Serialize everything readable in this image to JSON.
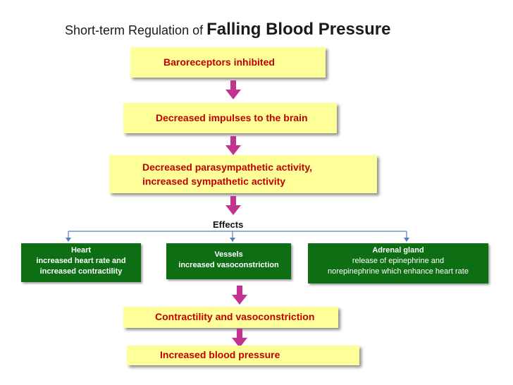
{
  "title": {
    "prefix": "Short-term Regulation of ",
    "main": "Falling Blood Pressure"
  },
  "steps": {
    "baroreceptors": "Baroreceptors inhibited",
    "impulses": "Decreased impulses to the brain",
    "autonomic_line1": "Decreased parasympathetic activity,",
    "autonomic_line2": "increased sympathetic activity",
    "effects_label": "Effects",
    "contractility": "Contractility and vasoconstriction",
    "result": "Increased blood pressure"
  },
  "effects": [
    {
      "heading": "Heart",
      "lines": [
        "increased heart rate and",
        "increased contractility"
      ]
    },
    {
      "heading": "Vessels",
      "lines": [
        "increased vasoconstriction"
      ]
    },
    {
      "heading": "Adrenal gland",
      "lines": [
        "release of epinephrine and",
        "norepinephrine which enhance heart rate"
      ]
    }
  ],
  "colors": {
    "step_box": "#ffff99",
    "step_text": "#c00000",
    "effect_box": "#0e6e14",
    "arrow": "#c2338f",
    "connector": "#4f81bd"
  }
}
